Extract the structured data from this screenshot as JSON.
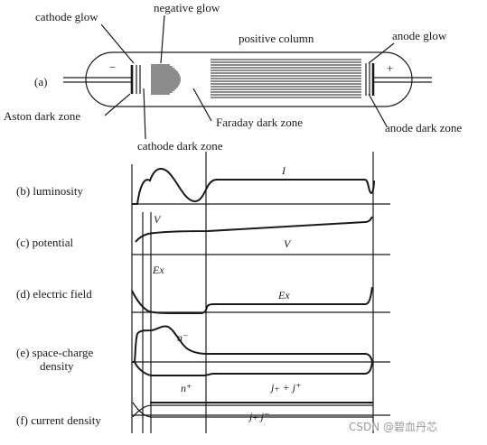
{
  "tube": {
    "region_labels": {
      "cathode_glow": "cathode glow",
      "negative_glow": "negative glow",
      "positive_column": "positive column",
      "anode_glow": "anode glow",
      "aston_dark_zone": "Aston dark zone",
      "faraday_dark_zone": "Faraday dark zone",
      "anode_dark_zone": "anode dark zone",
      "cathode_dark_zone": "cathode dark zone"
    },
    "panel_label": "(a)",
    "cathode_sign": "−",
    "anode_sign": "+"
  },
  "plots": [
    {
      "id": "b",
      "label": "(b) luminosity",
      "symbols": [
        "I"
      ]
    },
    {
      "id": "c",
      "label": "(c) potential",
      "symbols": [
        "V",
        "V"
      ]
    },
    {
      "id": "d",
      "label": "(d) electric field",
      "symbols": [
        "Ex",
        "Ex"
      ]
    },
    {
      "id": "e",
      "label_line1": "(e) space-charge",
      "label_line2": "density",
      "symbols": [
        "n⁺",
        "n⁻"
      ]
    },
    {
      "id": "f",
      "label": "(f) current density",
      "symbols": [
        "j₊ + j⁺",
        "j₊ j⁻"
      ]
    }
  ],
  "watermark": "CSDN @碧血丹芯"
}
